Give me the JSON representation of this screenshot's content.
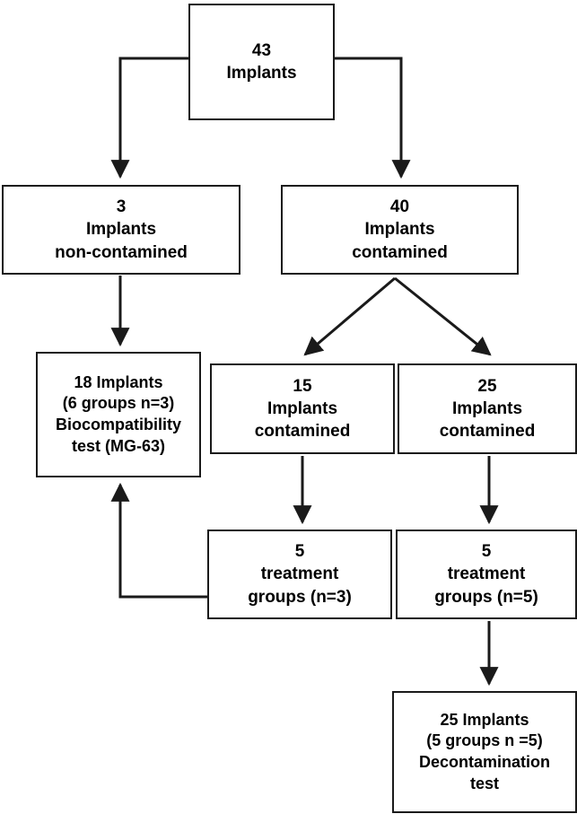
{
  "diagram": {
    "title": "Implant study allocation flowchart",
    "stroke_color": "#1a1a1a",
    "background_color": "#ffffff",
    "text_color": "#000000"
  },
  "nodes": {
    "root": {
      "name": "43-implants",
      "lines": [
        "43",
        "Implants"
      ]
    },
    "clean": {
      "name": "3-implants-non-contamined",
      "lines": [
        "3",
        "Implants",
        "non-contamined"
      ]
    },
    "contaminated40": {
      "name": "40-implants-contamined",
      "lines": [
        "40",
        "Implants",
        "contamined"
      ]
    },
    "biocompatibility": {
      "name": "18-implants-biocompatibility",
      "lines": [
        "18 Implants",
        "(6 groups n=3)",
        "Biocompatibility",
        "test (MG-63)"
      ]
    },
    "contaminated15": {
      "name": "15-implants-contamined",
      "lines": [
        "15",
        "Implants",
        "contamined"
      ]
    },
    "contaminated25": {
      "name": "25-implants-contamined",
      "lines": [
        "25",
        "Implants",
        "contamined"
      ]
    },
    "treatment3": {
      "name": "5-treatment-groups-n3",
      "lines": [
        "5",
        "treatment",
        "groups (n=3)"
      ]
    },
    "treatment5": {
      "name": "5-treatment-groups-n5",
      "lines": [
        "5",
        "treatment",
        "groups (n=5)"
      ]
    },
    "decontamination": {
      "name": "25-implants-decontamination",
      "lines": [
        "25 Implants",
        "(5 groups n =5)",
        "Decontamination",
        "test"
      ]
    }
  },
  "edges": [
    {
      "name": "edge-root-to-clean",
      "from": "root",
      "to": "clean",
      "style": "elbow-left-down"
    },
    {
      "name": "edge-root-to-contaminated",
      "from": "root",
      "to": "contaminated40",
      "style": "elbow-right-down"
    },
    {
      "name": "edge-clean-to-biocomp",
      "from": "clean",
      "to": "biocompatibility",
      "style": "straight-down"
    },
    {
      "name": "edge-contam40-to-15",
      "from": "contaminated40",
      "to": "contaminated15",
      "style": "diagonal-down-left"
    },
    {
      "name": "edge-contam40-to-25",
      "from": "contaminated40",
      "to": "contaminated25",
      "style": "diagonal-down-right"
    },
    {
      "name": "edge-15-to-treat3",
      "from": "contaminated15",
      "to": "treatment3",
      "style": "straight-down"
    },
    {
      "name": "edge-25-to-treat5",
      "from": "contaminated25",
      "to": "treatment5",
      "style": "straight-down"
    },
    {
      "name": "edge-treat3-to-biocomp",
      "from": "treatment3",
      "to": "biocompatibility",
      "style": "elbow-left-up"
    },
    {
      "name": "edge-treat5-to-decon",
      "from": "treatment5",
      "to": "decontamination",
      "style": "straight-down"
    }
  ]
}
